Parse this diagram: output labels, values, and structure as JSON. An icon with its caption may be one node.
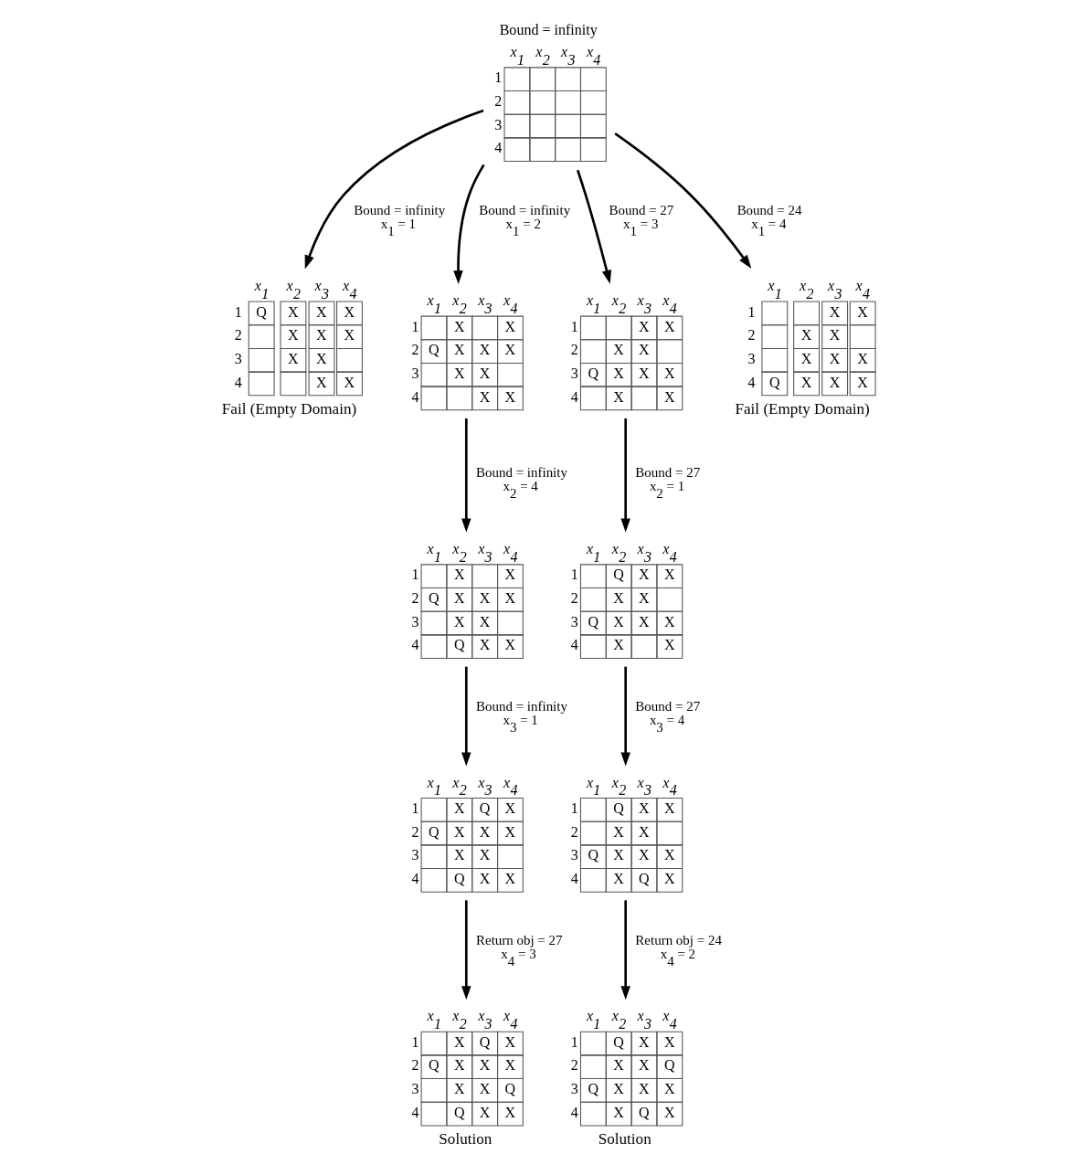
{
  "diagram": {
    "nodes": [
      {
        "text": [
          "x$_{1}$",
          "x$_{2}$",
          "x$_{3}$",
          "x$_{4}$",
          "1    ",
          "2    ",
          "3    ",
          "4    "
        ],
        "beside": [
          "Bound = infinity"
        ]
      },
      {
        "text": [
          "x$_{1}$",
          "x$_{2}$",
          "x$_{3}$",
          "x$_{4}$",
          "1 Q X X X",
          "2  X X X",
          "3  X X ",
          "4   X X"
        ],
        "beside": [
          "Fail (Empty Domain)"
        ]
      },
      {
        "text": [
          "x$_{1}$",
          "x$_{2}$",
          "x$_{3}$",
          "x$_{4}$",
          "1  X  X",
          "2 Q X X X",
          "3  X X ",
          "4   X X"
        ]
      },
      {
        "text": [
          "x$_{1}$",
          "x$_{2}$",
          "x$_{3}$",
          "x$_{4}$",
          "1   X X",
          "2  X X ",
          "3 Q X X X",
          "4  X  X"
        ]
      },
      {
        "text": [
          "x$_{1}$",
          "x$_{2}$",
          "x$_{3}$",
          "x$_{4}$",
          "1   X X",
          "2  X X ",
          "3  X X X",
          "4 Q X X X"
        ],
        "beside": [
          "Fail (Empty Domain)"
        ]
      },
      {
        "text": [
          "x$_{1}$",
          "x$_{2}$",
          "x$_{3}$",
          "x$_{4}$",
          "1  X  X",
          "2 Q X X X",
          "3  X X ",
          "4  Q X X"
        ]
      },
      {
        "text": [
          "x$_{1}$",
          "x$_{2}$",
          "x$_{3}$",
          "x$_{4}$",
          "1  Q X X",
          "2  X X ",
          "3 Q X X X",
          "4  X  X"
        ]
      },
      {
        "text": [
          "x$_{1}$",
          "x$_{2}$",
          "x$_{3}$",
          "x$_{4}$",
          "1  X Q X",
          "2 Q X X X",
          "3  X X ",
          "4  Q X X"
        ]
      },
      {
        "text": [
          "x$_{1}$",
          "x$_{2}$",
          "x$_{3}$",
          "x$_{4}$",
          "1  Q X X",
          "2  X X ",
          "3 Q X X X",
          "4  X Q X"
        ]
      },
      {
        "text": [
          "x$_{1}$",
          "x$_{2}$",
          "x$_{3}$",
          "x$_{4}$",
          "1  X Q X",
          "2 Q X X X",
          "3  X X Q",
          "4  Q X X"
        ],
        "beside": [
          "Solution"
        ]
      },
      {
        "text": [
          "x$_{1}$",
          "x$_{2}$",
          "x$_{3}$",
          "x$_{4}$",
          "1  Q X X",
          "2  X X Q",
          "3 Q X X X",
          "4  X Q X"
        ],
        "beside": [
          "Solution"
        ]
      }
    ],
    "edges": [
      {
        "from": 0,
        "to": 1,
        "arrow": "to",
        "label": "Bound = infinity x$_{1}$ = 1"
      },
      {
        "from": 0,
        "to": 2,
        "arrow": "to",
        "label": "Bound = infinity x$_{1}$ = 2"
      },
      {
        "from": 0,
        "to": 3,
        "arrow": "to",
        "label": "Bound = 27 x$_{1}$ = 3"
      },
      {
        "from": 0,
        "to": 4,
        "arrow": "to",
        "label": "Bound = 24 x$_{1}$ = 4"
      },
      {
        "from": 2,
        "to": 5,
        "arrow": "to",
        "label": "Bound = infinity x$_{2}$ = 4"
      },
      {
        "from": 3,
        "to": 6,
        "arrow": "to",
        "label": "Bound = 27 x$_{2}$ = 1"
      },
      {
        "from": 5,
        "to": 7,
        "arrow": "to",
        "label": "Bound = infinity x$_{3}$ = 1"
      },
      {
        "from": 6,
        "to": 8,
        "arrow": "to",
        "label": "Bound = 27 x$_{3}$ = 4"
      },
      {
        "from": 7,
        "to": 9,
        "arrow": "to",
        "label": "Return obj = 27 x$_{4}$ = 3"
      },
      {
        "from": 8,
        "to": 10,
        "arrow": "to",
        "label": "Return obj = 24 x$_{4}$ = 2"
      }
    ]
  }
}
